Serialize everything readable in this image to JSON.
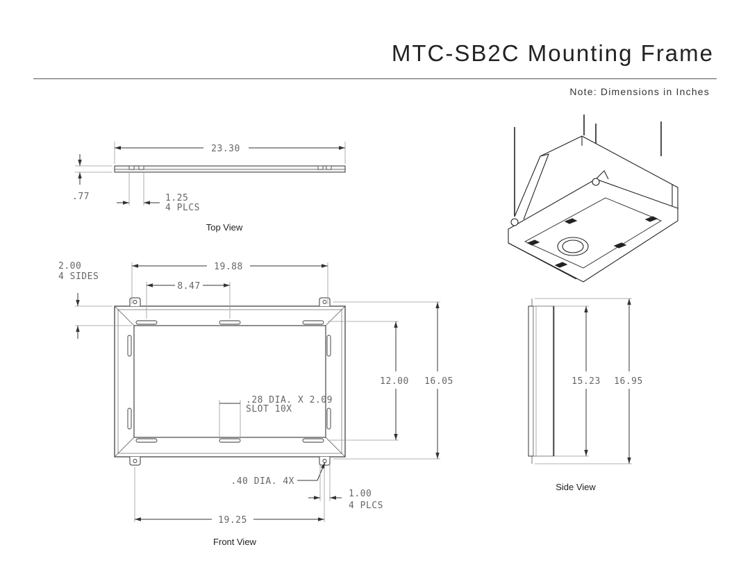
{
  "header": {
    "title": "MTC-SB2C Mounting Frame",
    "note": "Note: Dimensions in Inches"
  },
  "views": {
    "top": {
      "caption": "Top View",
      "length": "23.30",
      "height": ".77",
      "slot_offset": "1.25",
      "slot_qty": "4 PLCS"
    },
    "front": {
      "caption": "Front View",
      "flange_width": "2.00",
      "flange_sides": "4 SIDES",
      "tab_span": "19.88",
      "slot_spacing": "8.47",
      "inner_height": "12.00",
      "outer_height": "16.05",
      "slot_size": ".28 DIA. X 2.09",
      "slot_qty": "SLOT 10X",
      "hole_dia": ".40 DIA. 4X",
      "tab_offset": "1.00",
      "tab_qty": "4 PLCS",
      "hole_span": "19.25"
    },
    "side": {
      "caption": "Side View",
      "inner_height": "15.23",
      "outer_height": "16.95"
    },
    "iso": {
      "caption": ""
    }
  }
}
